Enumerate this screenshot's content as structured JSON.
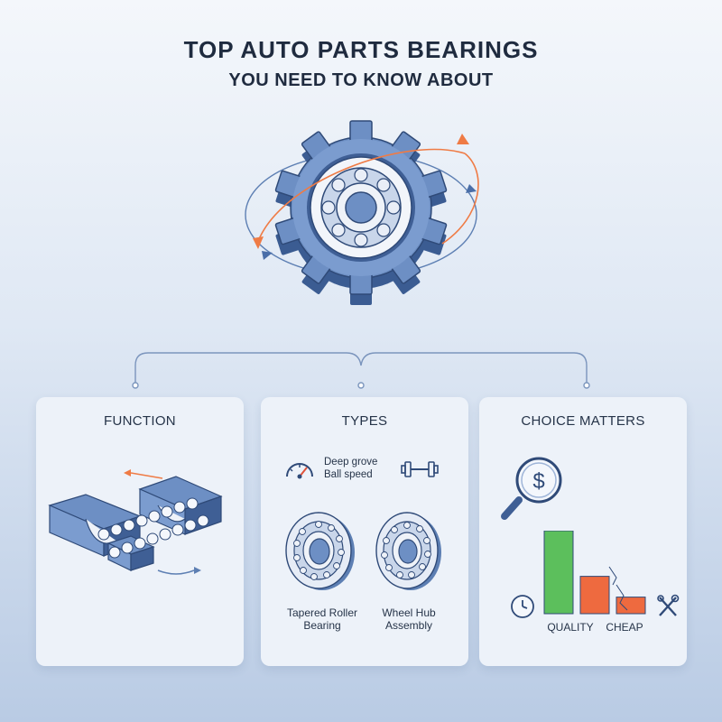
{
  "header": {
    "title": "TOP AUTO PARTS BEARINGS",
    "subtitle": "YOU NEED TO KNOW ABOUT"
  },
  "cards": [
    {
      "title": "FUNCTION"
    },
    {
      "title": "TYPES",
      "speed_label_line1": "Deep grove",
      "speed_label_line2": "Ball speed",
      "bearing1_line1": "Tapered Roller",
      "bearing1_line2": "Bearing",
      "bearing2_line1": "Wheel Hub",
      "bearing2_line2": "Assembly"
    },
    {
      "title": "CHOICE MATTERS",
      "bar_quality_label": "QUALITY",
      "bar_cheap_label": "CHEAP",
      "bars": {
        "quality": 1.0,
        "cheap": 0.45,
        "broken": 0.2
      }
    }
  ],
  "icons": {
    "hero": "gear-bearing-icon",
    "speedometer": "speedometer-icon",
    "dumbbell": "dumbbell-icon",
    "magnifier": "magnifier-dollar-icon",
    "clock": "clock-icon",
    "tools": "wrench-screwdriver-icon"
  },
  "colors": {
    "accent_orange": "#ef7b45",
    "gear_blue": "#4a6ea8",
    "quality_green": "#5cbf5c",
    "cheap_red": "#ee6a3f"
  }
}
